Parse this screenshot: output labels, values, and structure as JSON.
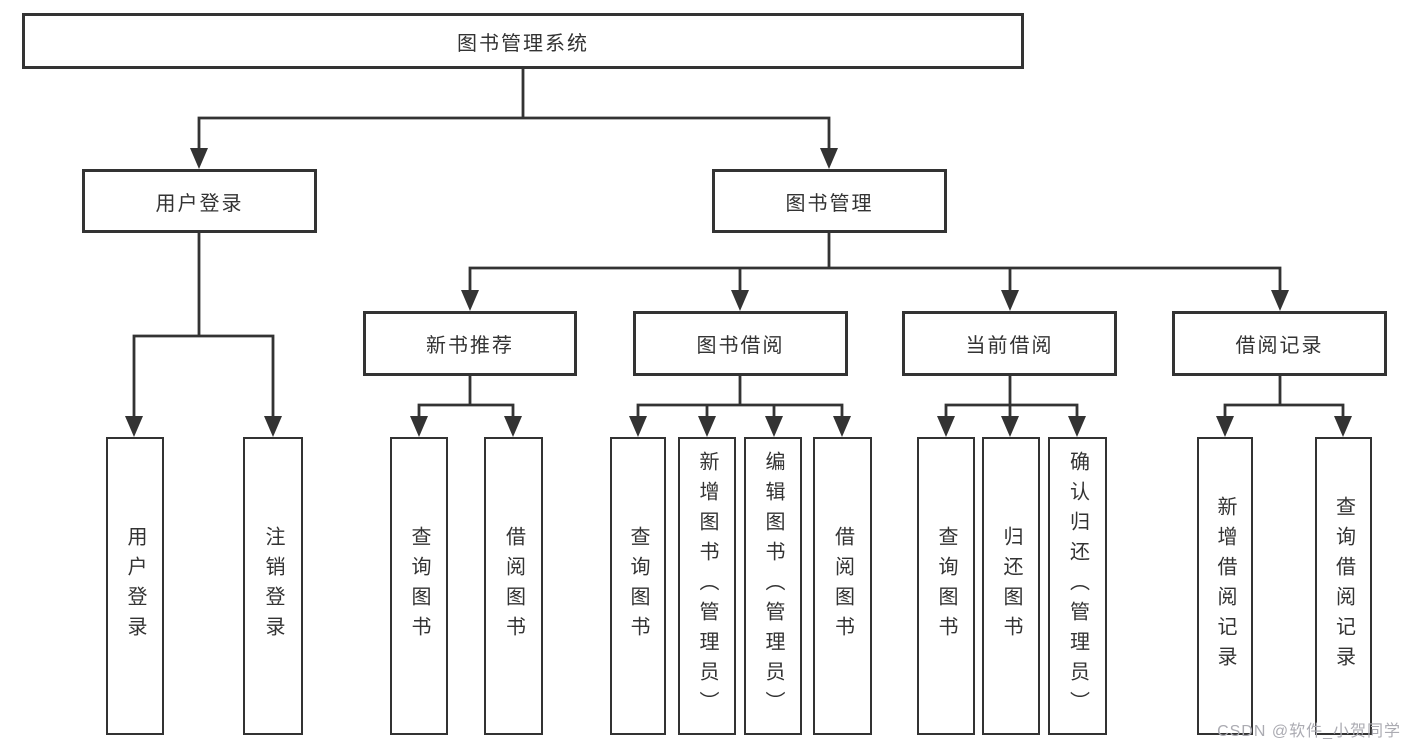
{
  "title": "图书管理系统",
  "colors": {
    "line": "#333333",
    "text": "#333333",
    "box_fill": "#ffffff",
    "watermark": "#ababb2"
  },
  "nodes": {
    "root": {
      "label": "图书管理系统"
    },
    "level2": [
      {
        "label": "用户登录"
      },
      {
        "label": "图书管理"
      }
    ],
    "level3": [
      {
        "parent": "图书管理",
        "label": "新书推荐"
      },
      {
        "parent": "图书管理",
        "label": "图书借阅"
      },
      {
        "parent": "图书管理",
        "label": "当前借阅"
      },
      {
        "parent": "图书管理",
        "label": "借阅记录"
      }
    ],
    "leaves": [
      {
        "parent": "用户登录",
        "label": "用户登录"
      },
      {
        "parent": "用户登录",
        "label": "注销登录"
      },
      {
        "parent": "新书推荐",
        "label": "查询图书"
      },
      {
        "parent": "新书推荐",
        "label": "借阅图书"
      },
      {
        "parent": "图书借阅",
        "label": "查询图书"
      },
      {
        "parent": "图书借阅",
        "label": "新增图书（管理员）"
      },
      {
        "parent": "图书借阅",
        "label": "编辑图书（管理员）"
      },
      {
        "parent": "图书借阅",
        "label": "借阅图书"
      },
      {
        "parent": "当前借阅",
        "label": "查询图书"
      },
      {
        "parent": "当前借阅",
        "label": "归还图书"
      },
      {
        "parent": "当前借阅",
        "label": "确认归还（管理员）"
      },
      {
        "parent": "借阅记录",
        "label": "新增借阅记录"
      },
      {
        "parent": "借阅记录",
        "label": "查询借阅记录"
      }
    ]
  },
  "watermark": "CSDN @软件_小贺同学"
}
